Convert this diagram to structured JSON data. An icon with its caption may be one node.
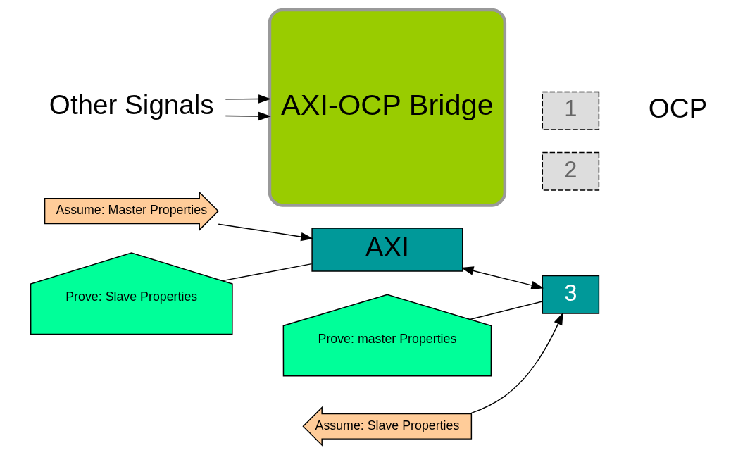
{
  "diagram": {
    "nodes": [
      {
        "text": [
          "Assume: Master Properties"
        ]
      },
      {
        "text": [
          "AXI"
        ]
      },
      {
        "text": [
          "AXI-OCP Bridge"
        ]
      },
      {
        "text": [
          "1"
        ]
      },
      {
        "text": [
          "2"
        ]
      },
      {
        "text": [
          "3"
        ]
      },
      {
        "text": [
          "Assume: Slave Properties"
        ]
      },
      {
        "text": [
          "Prove: Slave Properties"
        ]
      },
      {
        "text": [
          "Prove: master Properties"
        ]
      },
      {
        "text": [
          "Other Signals"
        ]
      }
    ],
    "edges": [
      {
        "from": 0,
        "to": 1,
        "arrow": "to"
      },
      {
        "from": 1,
        "to": 5,
        "arrow": "both"
      },
      {
        "from": 7,
        "to": 1,
        "arrow": "none"
      },
      {
        "from": 6,
        "to": 5,
        "arrow": "to"
      },
      {
        "from": 8,
        "to": 5,
        "arrow": "none"
      },
      {
        "from": 9,
        "to": 2,
        "arrow": "to"
      },
      {
        "from": 9,
        "to": 2,
        "arrow": "to"
      }
    ],
    "labels": [
      "OCP"
    ]
  }
}
